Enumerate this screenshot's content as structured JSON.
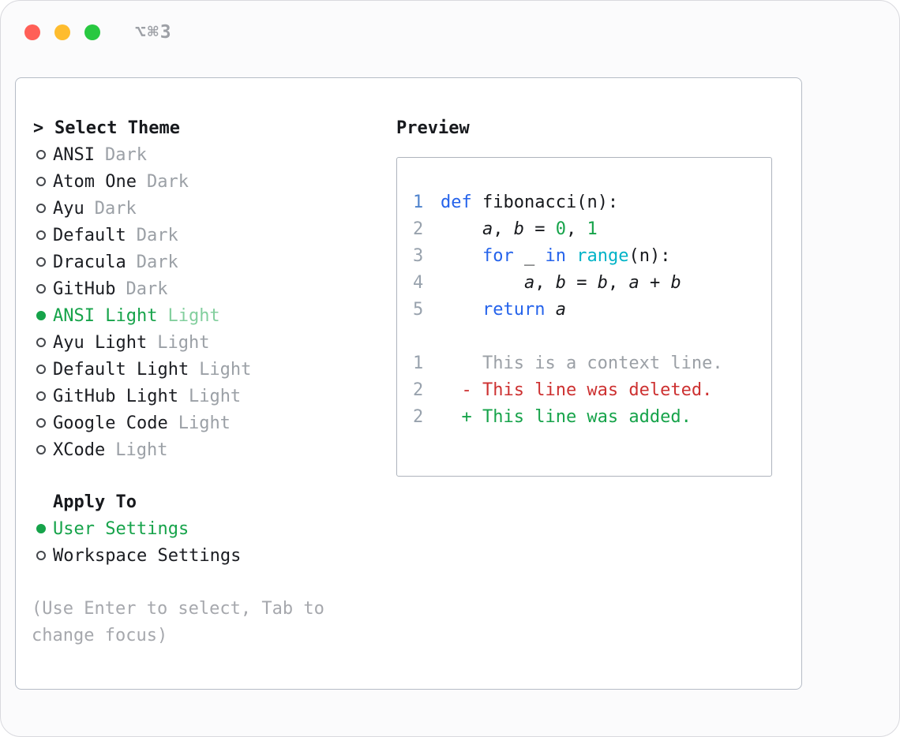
{
  "window": {
    "shortcut": "⌥⌘3"
  },
  "colors": {
    "accent_green": "#16a34a",
    "keyword_blue": "#2563eb",
    "type_cyan": "#00b3c7",
    "deleted_red": "#cd3131",
    "muted_gray": "#9ba0a6",
    "text_dark": "#17191d",
    "traffic_red": "#ff5f57",
    "traffic_yellow": "#febc2e",
    "traffic_green": "#28c840"
  },
  "theme_selector": {
    "prompt": ">",
    "title": "Select Theme",
    "items": [
      {
        "name": "ANSI",
        "variant": "Dark",
        "selected": false
      },
      {
        "name": "Atom One",
        "variant": "Dark",
        "selected": false
      },
      {
        "name": "Ayu",
        "variant": "Dark",
        "selected": false
      },
      {
        "name": "Default",
        "variant": "Dark",
        "selected": false
      },
      {
        "name": "Dracula",
        "variant": "Dark",
        "selected": false
      },
      {
        "name": "GitHub",
        "variant": "Dark",
        "selected": false
      },
      {
        "name": "ANSI Light",
        "variant": "Light",
        "selected": true
      },
      {
        "name": "Ayu Light",
        "variant": "Light",
        "selected": false
      },
      {
        "name": "Default Light",
        "variant": "Light",
        "selected": false
      },
      {
        "name": "GitHub Light",
        "variant": "Light",
        "selected": false
      },
      {
        "name": "Google Code",
        "variant": "Light",
        "selected": false
      },
      {
        "name": "XCode",
        "variant": "Light",
        "selected": false
      }
    ]
  },
  "apply_to": {
    "title": "Apply To",
    "options": [
      {
        "label": "User Settings",
        "selected": true
      },
      {
        "label": "Workspace Settings",
        "selected": false
      }
    ]
  },
  "help_text": "(Use Enter to select, Tab to\nchange focus)",
  "preview": {
    "title": "Preview",
    "code_lines": [
      {
        "num": "1",
        "num_cls": "ln-first",
        "tokens": [
          {
            "cls": "kw",
            "text": "def"
          },
          {
            "cls": "p",
            "text": " fibonacci(n):"
          }
        ]
      },
      {
        "num": "2",
        "tokens": [
          {
            "cls": "p",
            "text": "    "
          },
          {
            "cls": "var",
            "text": "a"
          },
          {
            "cls": "p",
            "text": ", "
          },
          {
            "cls": "var",
            "text": "b"
          },
          {
            "cls": "p",
            "text": " = "
          },
          {
            "cls": "n",
            "text": "0"
          },
          {
            "cls": "p",
            "text": ", "
          },
          {
            "cls": "n",
            "text": "1"
          }
        ]
      },
      {
        "num": "3",
        "tokens": [
          {
            "cls": "p",
            "text": "    "
          },
          {
            "cls": "kw",
            "text": "for"
          },
          {
            "cls": "p",
            "text": " _ "
          },
          {
            "cls": "kw",
            "text": "in"
          },
          {
            "cls": "p",
            "text": " "
          },
          {
            "cls": "fn",
            "text": "range"
          },
          {
            "cls": "p",
            "text": "(n):"
          }
        ]
      },
      {
        "num": "4",
        "tokens": [
          {
            "cls": "p",
            "text": "        "
          },
          {
            "cls": "var",
            "text": "a"
          },
          {
            "cls": "p",
            "text": ", "
          },
          {
            "cls": "var",
            "text": "b"
          },
          {
            "cls": "p",
            "text": " = "
          },
          {
            "cls": "var",
            "text": "b"
          },
          {
            "cls": "p",
            "text": ", "
          },
          {
            "cls": "var",
            "text": "a"
          },
          {
            "cls": "p",
            "text": " + "
          },
          {
            "cls": "var",
            "text": "b"
          }
        ]
      },
      {
        "num": "5",
        "tokens": [
          {
            "cls": "p",
            "text": "    "
          },
          {
            "cls": "kw",
            "text": "return"
          },
          {
            "cls": "p",
            "text": " "
          },
          {
            "cls": "var",
            "text": "a"
          }
        ]
      }
    ],
    "diff_lines": [
      {
        "num": "1",
        "cls": "ctx",
        "text": "    This is a context line."
      },
      {
        "num": "2",
        "cls": "del",
        "text": "  - This line was deleted."
      },
      {
        "num": "2",
        "cls": "add",
        "text": "  + This line was added."
      }
    ]
  }
}
